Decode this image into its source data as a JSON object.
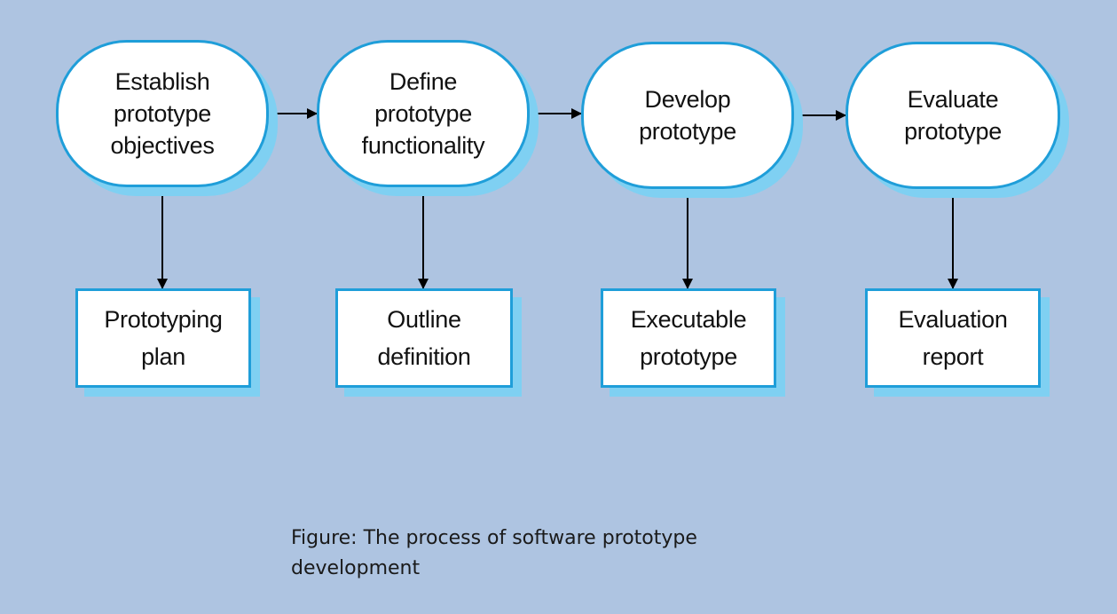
{
  "diagram": {
    "stages": [
      {
        "id": "establish",
        "label": "Establish\nprototype\nobjectives"
      },
      {
        "id": "define",
        "label": "Define\nprototype\nfunctionality"
      },
      {
        "id": "develop",
        "label": "Develop\nprototype"
      },
      {
        "id": "evaluate",
        "label": "Evaluate\nprototype"
      }
    ],
    "outputs": [
      {
        "id": "plan",
        "label": "Prototyping\nplan"
      },
      {
        "id": "outline",
        "label": "Outline\ndefinition"
      },
      {
        "id": "executable",
        "label": "Executable\nprototype"
      },
      {
        "id": "report",
        "label": "Evaluation\nreport"
      }
    ],
    "edges": [
      {
        "from": "establish",
        "to": "define"
      },
      {
        "from": "define",
        "to": "develop"
      },
      {
        "from": "develop",
        "to": "evaluate"
      },
      {
        "from": "establish",
        "to": "plan"
      },
      {
        "from": "define",
        "to": "outline"
      },
      {
        "from": "develop",
        "to": "executable"
      },
      {
        "from": "evaluate",
        "to": "report"
      }
    ],
    "colors": {
      "background": "#aec4e1",
      "border": "#1f9ed9",
      "shadow": "#7fd0f2",
      "arrow": "#000000"
    }
  },
  "caption": "Figure: The process of software prototype development"
}
